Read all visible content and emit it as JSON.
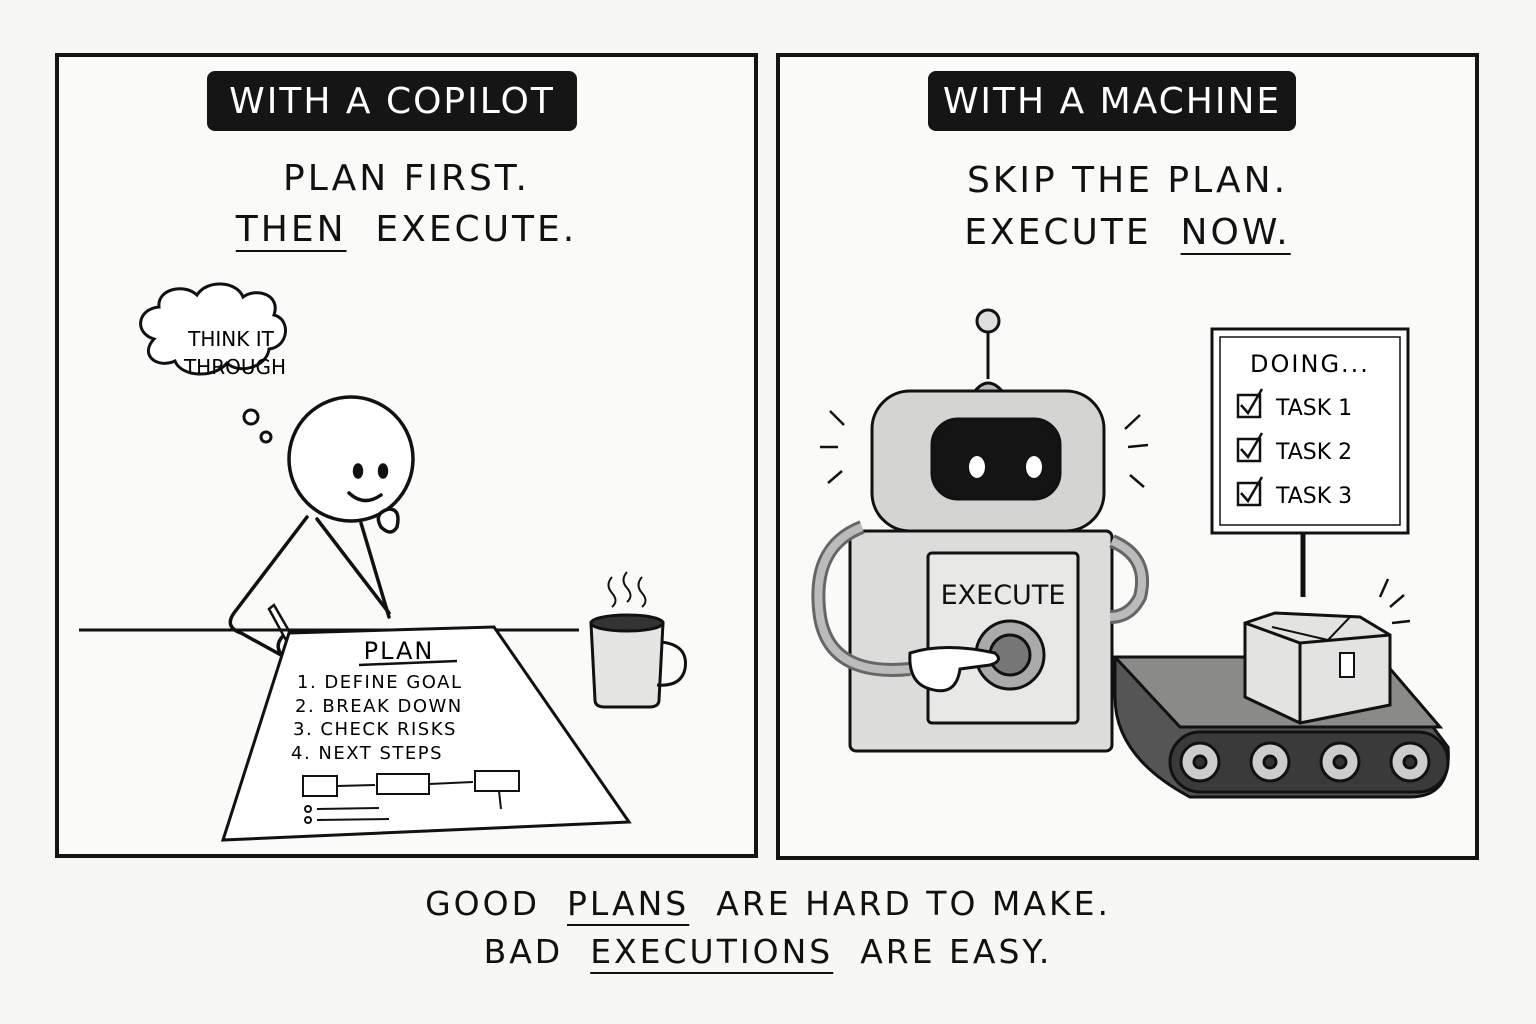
{
  "left_panel": {
    "banner": "WITH A COPILOT",
    "line1": "PLAN FIRST.",
    "line2_pre": "THEN",
    "line2_post": "EXECUTE.",
    "thought": [
      "THINK IT",
      "THROUGH"
    ],
    "paper_title": "PLAN",
    "plan_steps": [
      "1. DEFINE GOAL",
      "2. BREAK DOWN",
      "3. CHECK RISKS",
      "4. NEXT STEPS"
    ]
  },
  "right_panel": {
    "banner": "WITH A MACHINE",
    "line1": "SKIP THE PLAN.",
    "line2_pre": "EXECUTE",
    "line2_post": "NOW.",
    "robot_label": "EXECUTE",
    "sign_title": "DOING...",
    "tasks": [
      "TASK 1",
      "TASK 2",
      "TASK 3"
    ]
  },
  "caption": {
    "l1_pre": "GOOD",
    "l1_ul": "PLANS",
    "l1_post": "ARE HARD TO MAKE.",
    "l2_pre": "BAD",
    "l2_ul": "EXECUTIONS",
    "l2_post": "ARE EASY."
  }
}
